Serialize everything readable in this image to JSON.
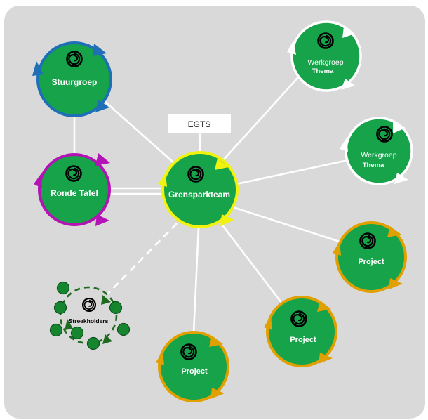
{
  "colors": {
    "background": "#d9d9d9",
    "node_fill": "#16a34a",
    "connector": "#ffffff",
    "stuurgroep_ring": "#1e6fb8",
    "ronde_tafel_ring": "#b412b4",
    "grenspark_ring": "#f2f20f",
    "project_ring": "#e0a000",
    "werkgroep_ring": "#ffffff",
    "streek_dots": "#16862e",
    "streek_dash": "#1e6a1e"
  },
  "icons": {
    "node_icon": "spiral-icon"
  },
  "egts": {
    "label": "EGTS"
  },
  "nodes": {
    "stuurgroep": {
      "label": "Stuurgroep"
    },
    "ronde_tafel": {
      "label": "Ronde Tafel"
    },
    "grensparkteam": {
      "label": "Grensparkteam"
    },
    "werkgroep_1": {
      "line1": "Werkgroep",
      "line2": "Thema"
    },
    "werkgroep_2": {
      "line1": "Werkgroep",
      "line2": "Thema"
    },
    "project_1": {
      "label": "Project"
    },
    "project_2": {
      "label": "Project"
    },
    "project_3": {
      "label": "Project"
    },
    "streekholders": {
      "label": "Streekholders"
    }
  }
}
